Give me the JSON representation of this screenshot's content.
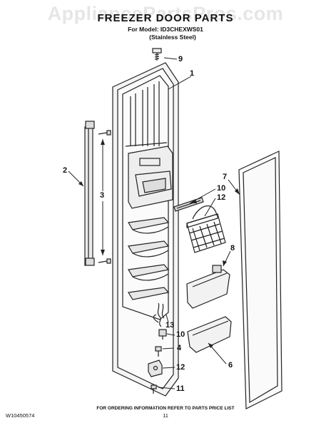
{
  "watermark": "AppliancePartsPros.com",
  "header": {
    "title": "FREEZER DOOR PARTS",
    "model_line": "For Model: ID3CHEXWS01",
    "finish_line": "(Stainless Steel)"
  },
  "callouts": [
    "9",
    "1",
    "2",
    "3",
    "7",
    "10",
    "12",
    "8",
    "13",
    "10",
    "4",
    "6",
    "12",
    "11"
  ],
  "footer": {
    "note": "FOR ORDERING INFORMATION REFER TO PARTS PRICE LIST",
    "page_number": "11",
    "document_number": "W10450574"
  }
}
